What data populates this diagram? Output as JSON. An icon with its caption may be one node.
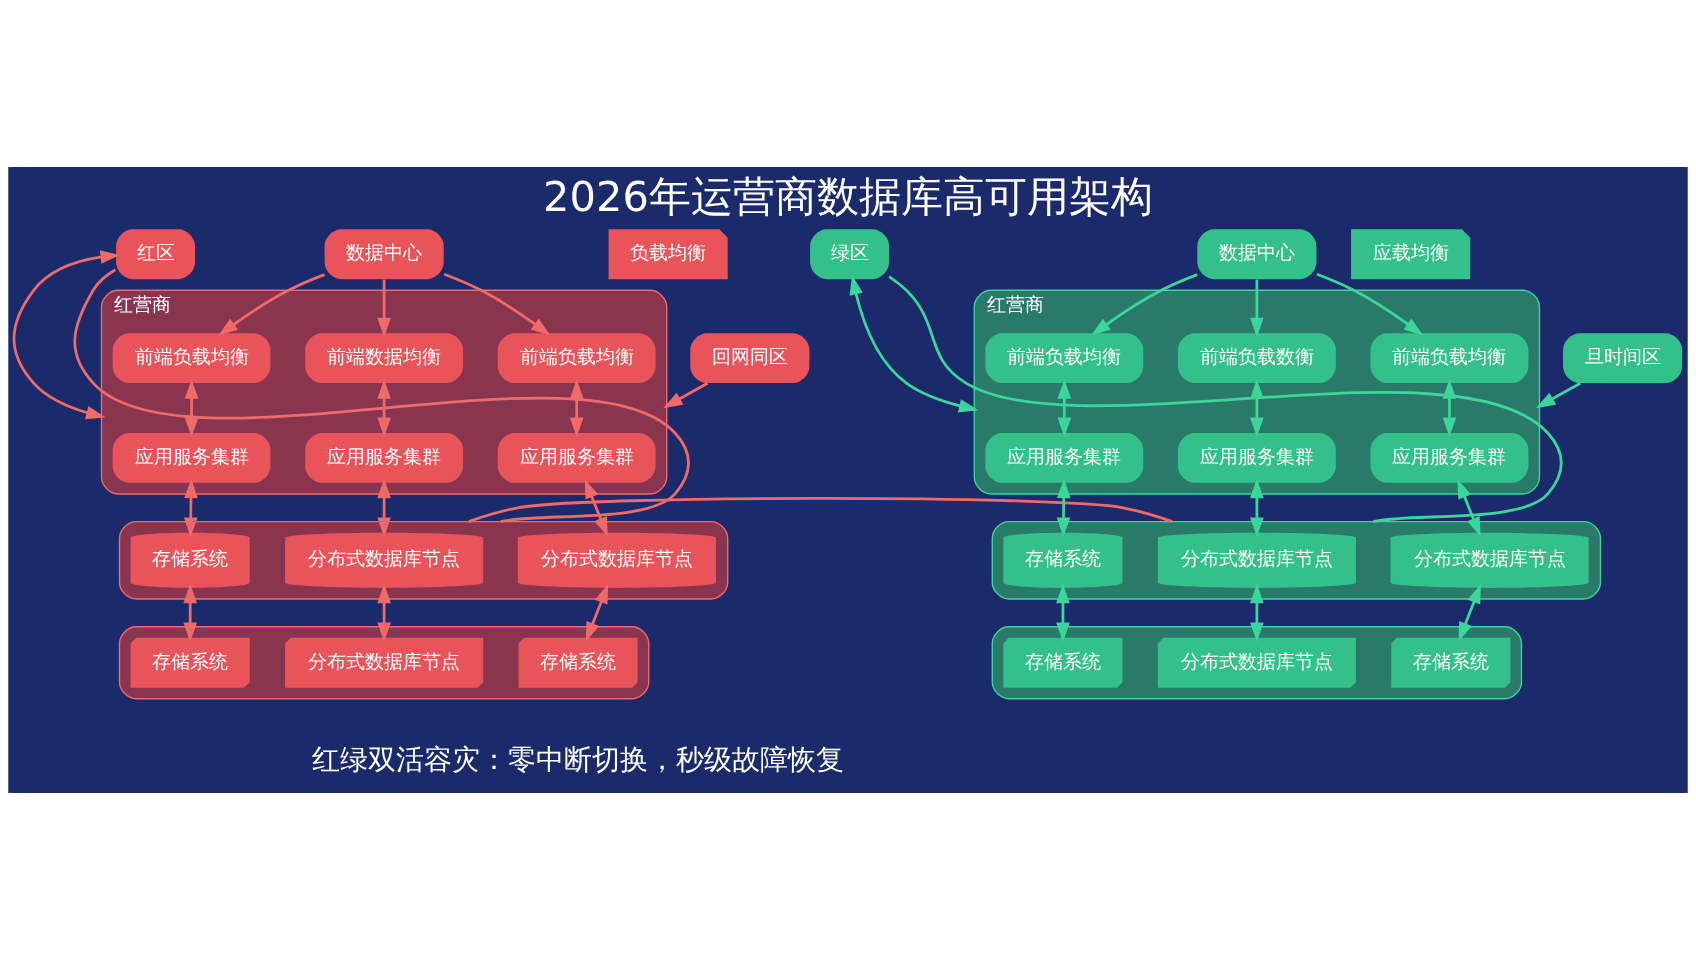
{
  "diagram": {
    "title": "2026年运营商数据库高可用架构",
    "caption": "红绿双活容灾：零中断切换，秒级故障恢复",
    "nodes": [
      {
        "text": [
          "红营商"
        ]
      },
      {
        "text": [
          "前端负载均衡"
        ],
        "in": 0
      },
      {
        "text": [
          "前端数据均衡"
        ],
        "in": 0
      },
      {
        "text": [
          "前端负载均衡"
        ],
        "in": 0
      },
      {
        "text": [
          "应用服务集群"
        ],
        "in": 0
      },
      {
        "text": [
          "应用服务集群"
        ],
        "in": 0
      },
      {
        "text": [
          "应用服务集群"
        ],
        "in": 0
      },
      {
        "text": [],
        "shape": "box"
      },
      {
        "text": [
          "分布式数据库节点"
        ],
        "in": 7
      },
      {
        "text": [
          "分布式数据库节点"
        ],
        "in": 7
      },
      {
        "text": [
          "存储系统"
        ],
        "in": 7
      },
      {
        "text": [],
        "shape": "box"
      },
      {
        "text": [
          "存储系统"
        ],
        "in": 11
      },
      {
        "text": [
          "分布式数据库节点"
        ],
        "in": 11
      },
      {
        "text": [
          "存储系统"
        ],
        "in": 11
      },
      {
        "text": [
          "数据中心"
        ]
      },
      {
        "text": [
          "回网同区"
        ]
      },
      {
        "text": [
          "负载均衡"
        ]
      },
      {
        "text": [
          "红区"
        ]
      },
      {
        "text": [
          "红营商"
        ]
      },
      {
        "text": [
          "前端负载均衡"
        ],
        "in": 19
      },
      {
        "text": [
          "前端负载数衡"
        ],
        "in": 19
      },
      {
        "text": [
          "前端负载均衡"
        ],
        "in": 19
      },
      {
        "text": [
          "应用服务集群"
        ],
        "in": 19
      },
      {
        "text": [
          "应用服务集群"
        ],
        "in": 19
      },
      {
        "text": [
          "应用服务集群"
        ],
        "in": 19
      },
      {
        "text": [],
        "shape": "box"
      },
      {
        "text": [
          "分布式数据库节点"
        ],
        "in": 26
      },
      {
        "text": [
          "分布式数据库节点"
        ],
        "in": 26
      },
      {
        "text": [
          "存储系统"
        ],
        "in": 26
      },
      {
        "text": [],
        "shape": "box"
      },
      {
        "text": [
          "存储系统"
        ],
        "in": 30
      },
      {
        "text": [
          "分布式数据库节点"
        ],
        "in": 30
      },
      {
        "text": [
          "存储系统"
        ],
        "in": 30
      },
      {
        "text": [
          "数据中心"
        ]
      },
      {
        "text": [
          "旦时间区"
        ]
      },
      {
        "text": [
          "应载均衡"
        ]
      },
      {
        "text": [
          "绿区"
        ]
      }
    ],
    "edges": [
      {
        "from": 16,
        "to": 0,
        "arrow": "to"
      },
      {
        "from": 15,
        "to": 1,
        "arrow": "to"
      },
      {
        "from": 15,
        "to": 2,
        "arrow": "to"
      },
      {
        "from": 15,
        "to": 3,
        "arrow": "to"
      },
      {
        "from": 1,
        "to": 4,
        "arrow": "both"
      },
      {
        "from": 2,
        "to": 5,
        "arrow": "both"
      },
      {
        "from": 3,
        "to": 6,
        "arrow": "both"
      },
      {
        "from": 4,
        "to": 8,
        "arrow": "both"
      },
      {
        "from": 5,
        "to": 9,
        "arrow": "both"
      },
      {
        "from": 6,
        "to": 10,
        "arrow": "both"
      },
      {
        "from": 8,
        "to": 12,
        "arrow": "both"
      },
      {
        "from": 9,
        "to": 13,
        "arrow": "both"
      },
      {
        "from": 10,
        "to": 14,
        "arrow": "both"
      },
      {
        "from": 18,
        "to": 0,
        "arrow": "both"
      },
      {
        "from": 18,
        "to": 7,
        "arrow": "none"
      },
      {
        "from": 7,
        "to": 26,
        "arrow": "none"
      },
      {
        "from": 35,
        "to": 19,
        "arrow": "to",
        "color": "#3ad69a"
      },
      {
        "from": 34,
        "to": 20,
        "arrow": "to",
        "color": "#3ad69a"
      },
      {
        "from": 34,
        "to": 21,
        "arrow": "to",
        "color": "#3ad69a"
      },
      {
        "from": 34,
        "to": 22,
        "arrow": "to",
        "color": "#3ad69a"
      },
      {
        "from": 20,
        "to": 23,
        "arrow": "both",
        "color": "#3ad69a"
      },
      {
        "from": 21,
        "to": 24,
        "arrow": "both",
        "color": "#3ad69a"
      },
      {
        "from": 22,
        "to": 25,
        "arrow": "both",
        "color": "#3ad69a"
      },
      {
        "from": 23,
        "to": 27,
        "arrow": "both",
        "color": "#3ad69a"
      },
      {
        "from": 24,
        "to": 28,
        "arrow": "both",
        "color": "#3ad69a"
      },
      {
        "from": 25,
        "to": 29,
        "arrow": "both",
        "color": "#3ad69a"
      },
      {
        "from": 27,
        "to": 31,
        "arrow": "both",
        "color": "#3ad69a"
      },
      {
        "from": 28,
        "to": 32,
        "arrow": "both",
        "color": "#3ad69a"
      },
      {
        "from": 29,
        "to": 33,
        "arrow": "both",
        "color": "#3ad69a"
      },
      {
        "from": 37,
        "to": 19,
        "arrow": "both",
        "color": "#3ad69a"
      },
      {
        "from": 37,
        "to": 26,
        "arrow": "none",
        "color": "#3ad69a"
      }
    ]
  }
}
